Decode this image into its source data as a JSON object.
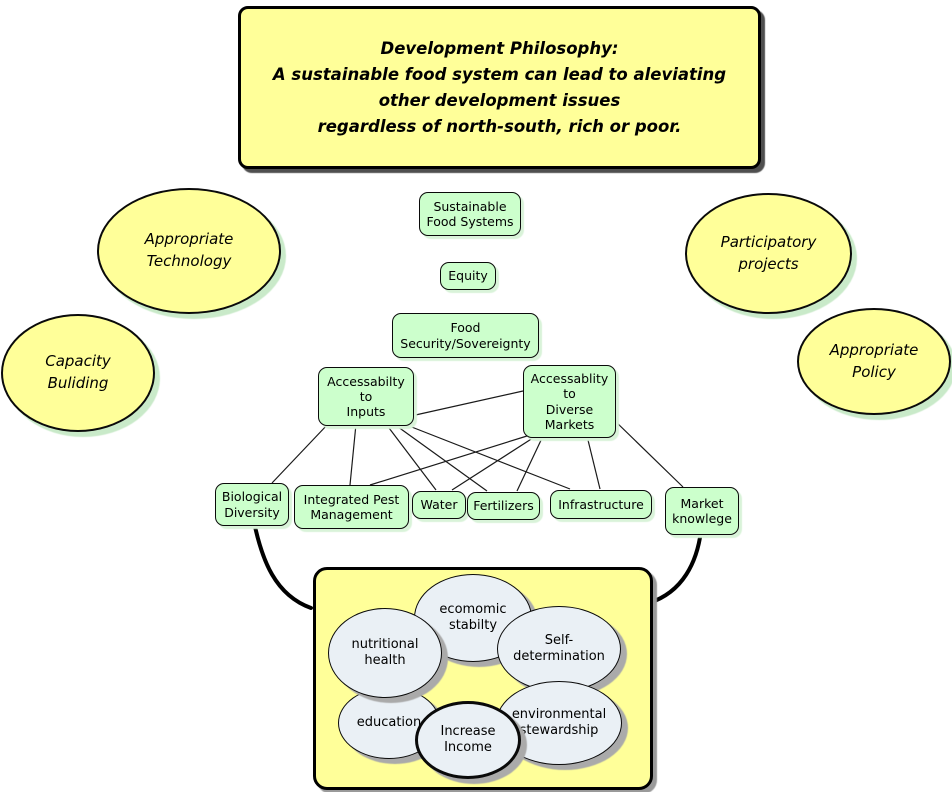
{
  "colors": {
    "bubble_yellow": "#ffff99",
    "node_green": "#ccffcc",
    "outcome_blue_gray": "#eaf0f5",
    "mint_shadow": "#c9eac9",
    "gray_shadow": "#aaaaaa",
    "border": "#000000"
  },
  "philosophy_box": {
    "text": "Development Philosophy:\nA sustainable food system can lead to aleviating\nother development issues\nregardless of north-south, rich or poor."
  },
  "approach_bubbles": [
    {
      "id": "appropriate-technology",
      "label": "Appropriate\nTechnology"
    },
    {
      "id": "capacity-buliding",
      "label": "Capacity\nBuliding"
    },
    {
      "id": "participatory-projects",
      "label": "Participatory\nprojects"
    },
    {
      "id": "appropriate-policy",
      "label": "Appropriate\nPolicy"
    }
  ],
  "hierarchy_nodes": [
    {
      "id": "sustainable-food-systems",
      "label": "Sustainable\nFood Systems"
    },
    {
      "id": "equity",
      "label": "Equity"
    },
    {
      "id": "food-security-sovereignty",
      "label": "Food\nSecurity/Sovereignty"
    },
    {
      "id": "accessabilty-to-inputs",
      "label": "Accessabilty\nto\nInputs"
    },
    {
      "id": "accessablity-to-diverse-markets",
      "label": "Accessablity\nto\nDiverse\nMarkets"
    }
  ],
  "factor_nodes": [
    {
      "id": "biological-diversity",
      "label": "Biological\nDiversity"
    },
    {
      "id": "integrated-pest-management",
      "label": "Integrated Pest\nManagement"
    },
    {
      "id": "water",
      "label": "Water"
    },
    {
      "id": "fertilizers",
      "label": "Fertilizers"
    },
    {
      "id": "infrastructure",
      "label": "Infrastructure"
    },
    {
      "id": "market-knowlege",
      "label": "Market\nknowlege"
    }
  ],
  "outcome_bubbles": [
    {
      "id": "ecomomic-stabilty",
      "label": "ecomomic\nstabilty"
    },
    {
      "id": "self-determination",
      "label": "Self-\ndetermination"
    },
    {
      "id": "education",
      "label": "education"
    },
    {
      "id": "nutritional-health",
      "label": "nutritional\nhealth"
    },
    {
      "id": "environmental-stewardship",
      "label": "environmental\nstewardship"
    },
    {
      "id": "increase-income",
      "label": "Increase\nIncome"
    }
  ]
}
